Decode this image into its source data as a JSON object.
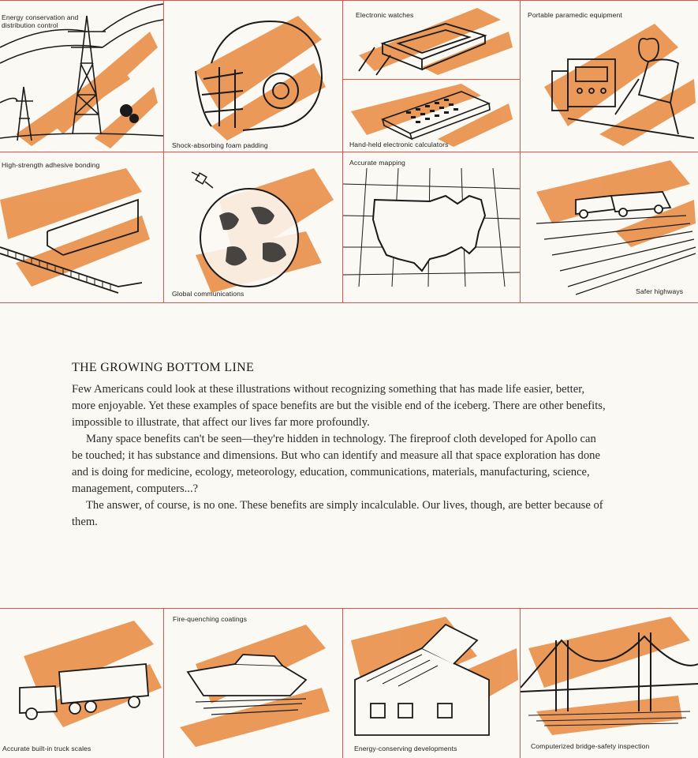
{
  "top_captions": {
    "energy": "Energy conservation and distribution control",
    "helmet": "Shock-absorbing foam padding",
    "watches": "Electronic watches",
    "calculators": "Hand-held electronic calculators",
    "paramedic": "Portable paramedic equipment",
    "adhesive": "High-strength adhesive bonding",
    "global": "Global communications",
    "mapping": "Accurate mapping",
    "highways": "Safer highways"
  },
  "article": {
    "title": "THE GROWING BOTTOM LINE",
    "p1": "Few Americans could look at these illustrations without recognizing something that has made life easier, better, more enjoyable. Yet these examples of space benefits are but the visible end of the iceberg. There are other benefits, impossible to illustrate, that affect our lives far more profoundly.",
    "p2": "Many space benefits can't be seen—they're hidden in technology. The fireproof cloth developed for Apollo can be touched; it has substance and dimensions. But who can identify and measure all that space exploration has done and is doing for medicine, ecology, meteorology, education, communications, materials, manufacturing, science, management, computers...?",
    "p3": "The answer, of course, is no one. These benefits are simply incalculable. Our lives, though, are better because of them."
  },
  "bottom_captions": {
    "truck": "Accurate  built-in truck scales",
    "boat": "Fire-quenching coatings",
    "house": "Energy-conserving developments",
    "bridge": "Computerized bridge-safety inspection"
  },
  "colors": {
    "rule": "#e0554a",
    "wash": "#e8893f",
    "ink": "#1a1a1a"
  }
}
